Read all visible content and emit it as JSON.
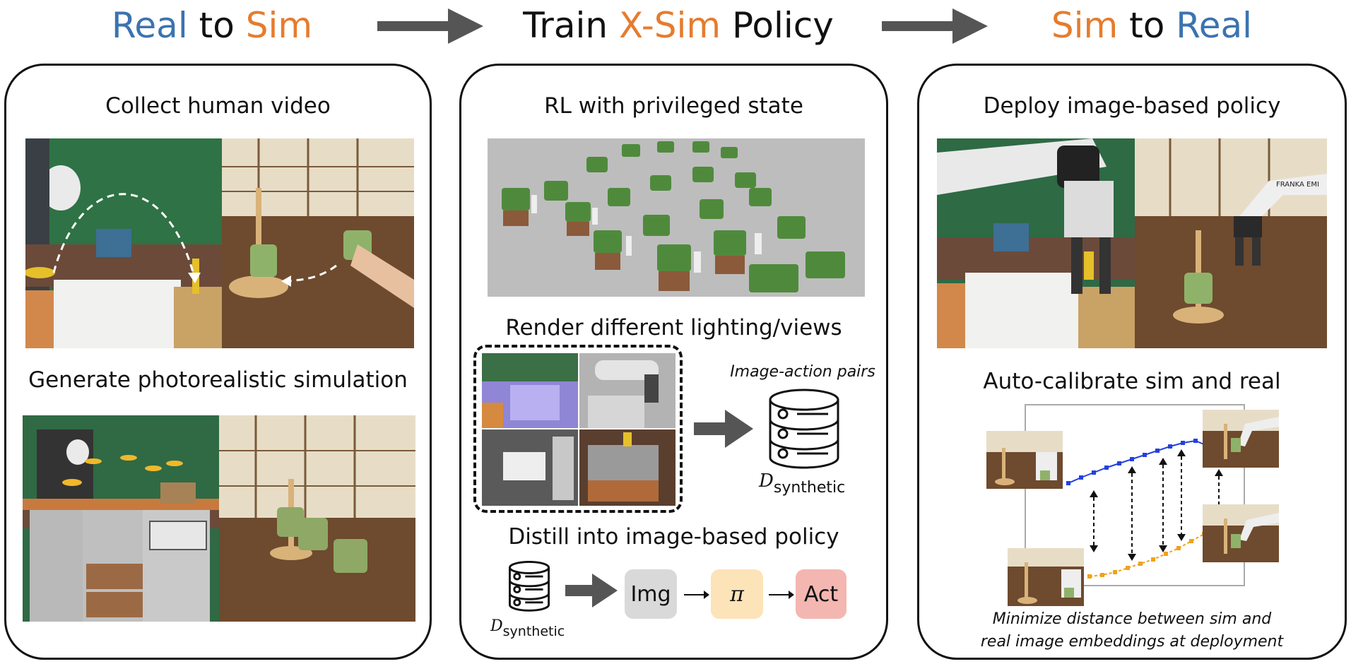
{
  "titles": {
    "real_to_sim": {
      "a": "Real",
      "b": "to",
      "c": "Sim"
    },
    "train": {
      "a": "Train",
      "b": "X-Sim",
      "c": "Policy"
    },
    "sim_to_real": {
      "a": "Sim",
      "b": "to",
      "c": "Real"
    }
  },
  "left_panel": {
    "heading_top": "Collect human video",
    "heading_bottom": "Generate photorealistic simulation"
  },
  "middle_panel": {
    "heading_rl": "RL with privileged state",
    "heading_render": "Render different lighting/views",
    "pairs_label": "Image-action pairs",
    "dataset_label": "D",
    "dataset_sub": "synthetic",
    "heading_distill": "Distill into image-based policy",
    "chip_img": "Img",
    "chip_pi": "π",
    "chip_act": "Act"
  },
  "right_panel": {
    "heading_top": "Deploy image-based policy",
    "heading_bottom": "Auto-calibrate sim and real",
    "caption_line1": "Minimize distance between sim and",
    "caption_line2": "real image embeddings at deployment",
    "robot_brand": "FRANKA EMI"
  },
  "colors": {
    "real_blue": "#3b73b0",
    "sim_orange": "#e57c2e",
    "img_chip": "#d9d9d9",
    "pi_chip": "#fde3b8",
    "act_chip": "#f4b6b1",
    "sim_line": "#2440e0",
    "real_line": "#f0a21c"
  }
}
